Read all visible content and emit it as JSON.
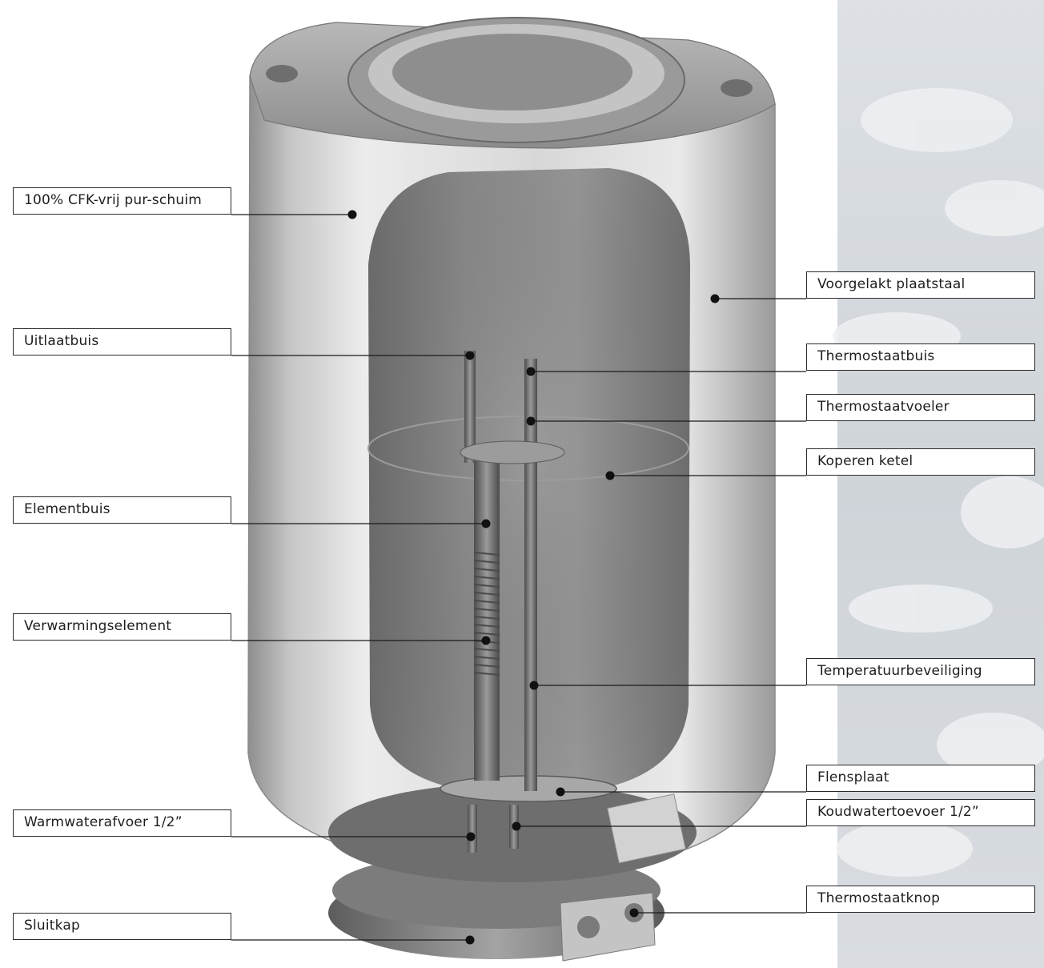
{
  "diagram": {
    "parts_left": [
      {
        "id": "foam",
        "label": "100% CFK-vrij pur-schuim"
      },
      {
        "id": "outlet",
        "label": "Uitlaatbuis"
      },
      {
        "id": "elemtube",
        "label": "Elementbuis"
      },
      {
        "id": "heater",
        "label": "Verwarmingselement"
      },
      {
        "id": "hotout",
        "label": "Warmwaterafvoer 1/2”"
      },
      {
        "id": "cap",
        "label": "Sluitkap"
      }
    ],
    "parts_right": [
      {
        "id": "steel",
        "label": "Voorgelakt plaatstaal"
      },
      {
        "id": "thtube",
        "label": "Thermostaatbuis"
      },
      {
        "id": "thsens",
        "label": "Thermostaatvoeler"
      },
      {
        "id": "kettle",
        "label": "Koperen ketel"
      },
      {
        "id": "tempsafe",
        "label": "Temperatuurbeveiliging"
      },
      {
        "id": "flange",
        "label": "Flensplaat"
      },
      {
        "id": "coldin",
        "label": "Koudwatertoevoer 1/2”"
      },
      {
        "id": "knob",
        "label": "Thermostaatknop"
      }
    ],
    "colors": {
      "line": "#1a1a1a",
      "box_border": "#2a2a2a",
      "casing_light": "#e4e4e4",
      "casing_mid": "#b4b4b4",
      "tank": "#7d7d7d",
      "sky": "#d4d8dc"
    }
  }
}
